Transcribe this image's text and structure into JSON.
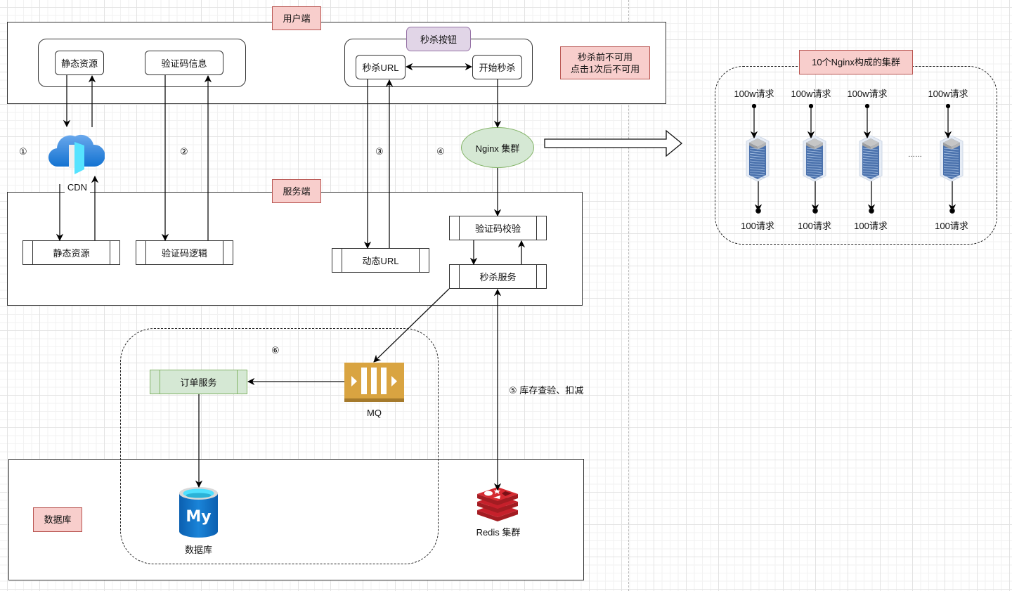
{
  "client": {
    "title": "用户端",
    "static_resource": "静态资源",
    "captcha_info": "验证码信息",
    "seckill_button_group": "秒杀按钮",
    "seckill_url": "秒杀URL",
    "start_seckill": "开始秒杀",
    "note": "秒杀前不可用\n点击1次后不可用"
  },
  "steps": [
    "①",
    "②",
    "③",
    "④",
    "⑤ 库存查验、扣减",
    "⑥"
  ],
  "cdn_label": "CDN",
  "nginx_label": "Nginx 集群",
  "server": {
    "title": "服务端",
    "static_resource": "静态资源",
    "captcha_logic": "验证码逻辑",
    "dynamic_url": "动态URL",
    "captcha_check": "验证码校验",
    "seckill_service": "秒杀服务"
  },
  "order_service": "订单服务",
  "mq_label": "MQ",
  "database": {
    "title": "数据库",
    "mysql_label": "数据库",
    "redis_label": "Redis 集群"
  },
  "nginx_cluster": {
    "title": "10个Nginx构成的集群",
    "ellipsis": "……",
    "nodes": [
      {
        "in": "100w请求",
        "out": "100请求"
      },
      {
        "in": "100w请求",
        "out": "100请求"
      },
      {
        "in": "100w请求",
        "out": "100请求"
      },
      {
        "in": "100w请求",
        "out": "100请求"
      }
    ]
  },
  "colors": {
    "tag_fill": "#f8cecc",
    "tag_border": "#b85450",
    "purple_fill": "#e1d5e7",
    "purple_border": "#9673a6",
    "green_fill": "#d5e8d4",
    "green_border": "#82b366",
    "mq": "#d9a441",
    "mysql": "#0a6fc2",
    "redis": "#c6202b"
  }
}
